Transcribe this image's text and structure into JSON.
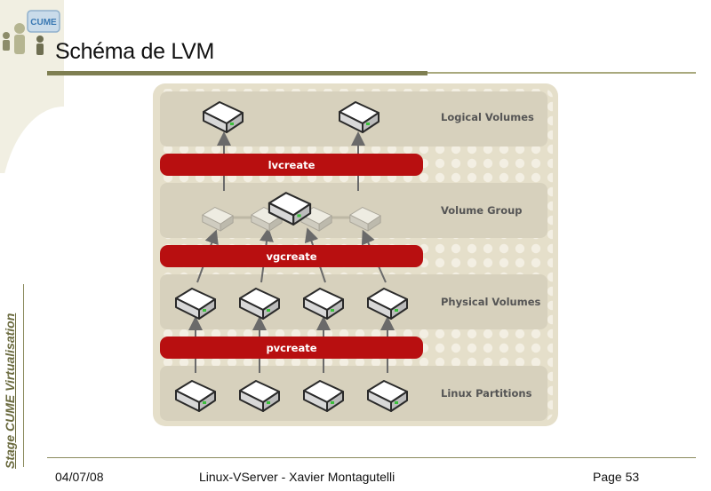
{
  "slide": {
    "title": "Schéma de LVM",
    "side_label": "Stage CUME Virtualisation",
    "logo_text": "CUME"
  },
  "footer": {
    "date": "04/07/08",
    "center": "Linux-VServer - Xavier Montagutelli",
    "page": "Page 53"
  },
  "diagram": {
    "layers": [
      "Logical Volumes",
      "Volume Group",
      "Physical Volumes",
      "Linux Partitions"
    ],
    "commands": [
      "lvcreate",
      "vgcreate",
      "pvcreate"
    ],
    "colors": {
      "panel": "#ede8d6",
      "layer": "#d7d1bd",
      "command": "#b80f10",
      "command_text": "#ffffff",
      "label_text": "#555555",
      "arrow": "#6a6a6a"
    },
    "icons": {
      "disk": "disk-icon",
      "arrow": "arrow-up-icon"
    }
  }
}
